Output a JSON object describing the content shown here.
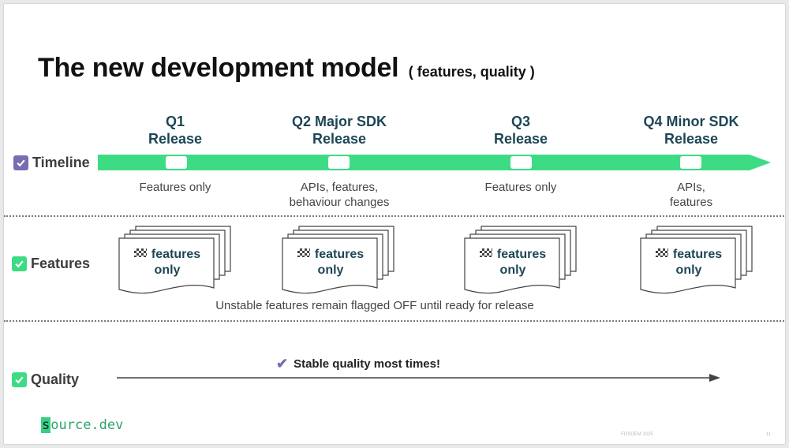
{
  "title": {
    "main": "The new development model",
    "sub": "( features, quality )"
  },
  "rows": {
    "timeline": "Timeline",
    "features": "Features",
    "quality": "Quality"
  },
  "quarters": [
    {
      "line1": "Q1",
      "line2": "Release",
      "desc1": "Features only",
      "desc2": ""
    },
    {
      "line1": "Q2 Major SDK",
      "line2": "Release",
      "desc1": "APIs, features,",
      "desc2": "behaviour changes"
    },
    {
      "line1": "Q3",
      "line2": "Release",
      "desc1": "Features only",
      "desc2": ""
    },
    {
      "line1": "Q4 Minor SDK",
      "line2": "Release",
      "desc1": "APIs,",
      "desc2": "features"
    }
  ],
  "feature_docs": [
    {
      "line1": "features",
      "line2": "only"
    },
    {
      "line1": "features",
      "line2": "only"
    },
    {
      "line1": "features",
      "line2": "only"
    },
    {
      "line1": "features",
      "line2": "only"
    }
  ],
  "features_note": "Unstable features remain flagged OFF until ready for release",
  "quality_note": "Stable quality most times!",
  "brand": {
    "cursor": "s",
    "rest": "ource.dev"
  },
  "footer": {
    "event": "FOSDEM 2025",
    "page": "11"
  },
  "colors": {
    "timeline_green": "#3ddc84",
    "checkbox_purple": "#7a6cb0",
    "checkbox_green": "#3ddc84",
    "heading_teal": "#1d4655"
  }
}
